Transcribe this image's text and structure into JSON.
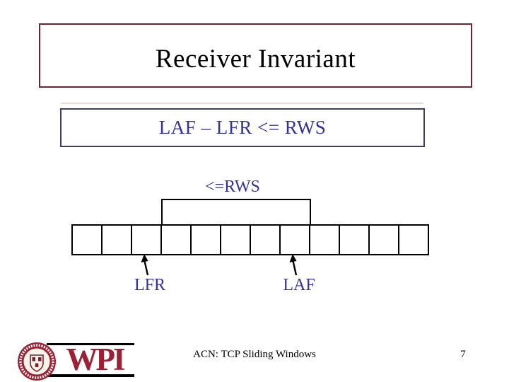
{
  "slide": {
    "title": "Receiver Invariant",
    "formula": "LAF – LFR <= RWS",
    "bracket_label": "<=RWS",
    "window": {
      "num_cells": 12
    },
    "pointers": [
      {
        "label": "LFR"
      },
      {
        "label": "LAF"
      }
    ],
    "footer": {
      "text": "ACN: TCP Sliding Windows",
      "page_number": "7"
    },
    "logo": {
      "text": "WPI"
    },
    "colors": {
      "accent_blue": "#333399",
      "title_border_maroon": "#72242c",
      "formula_border_navy": "#3e3b60",
      "logo_crimson": "#9b2135",
      "diagram_black": "#000000"
    }
  }
}
